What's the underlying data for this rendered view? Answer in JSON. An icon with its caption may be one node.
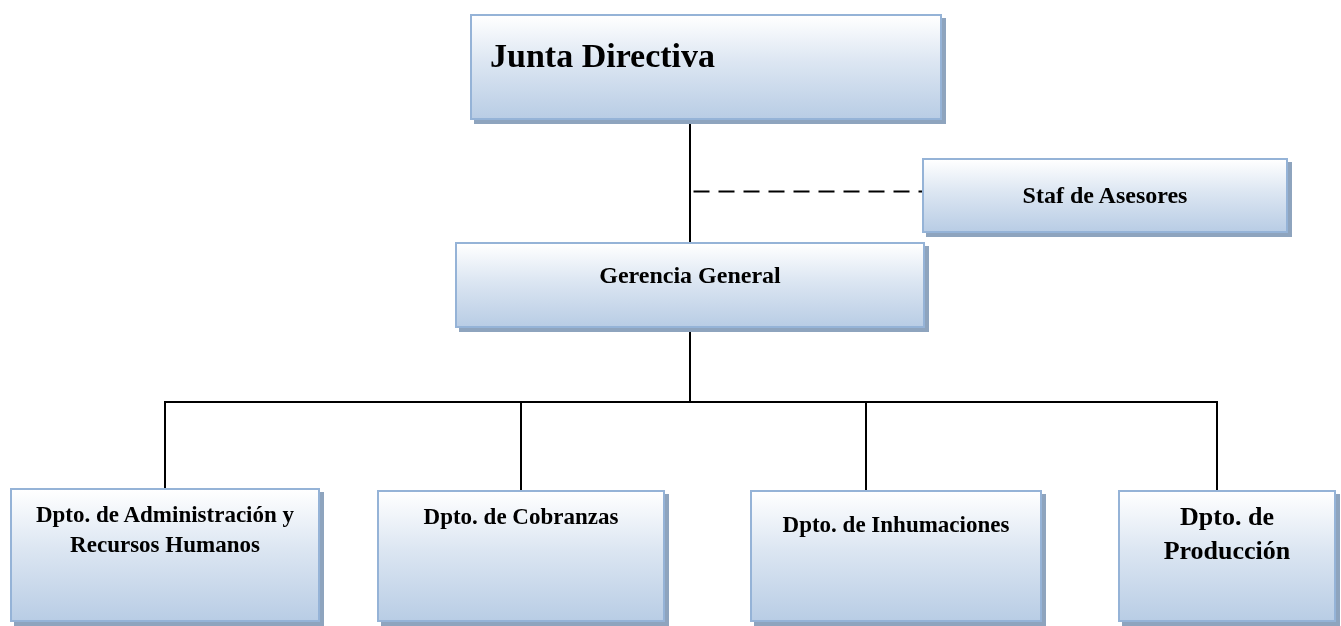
{
  "diagram": {
    "nodes": [
      {
        "text": [
          "Junta Directiva"
        ]
      },
      {
        "text": [
          "Staf de Asesores"
        ]
      },
      {
        "text": [
          "Gerencia General"
        ]
      },
      {
        "text": [
          "Dpto. de Administración y Recursos Humanos"
        ]
      },
      {
        "text": [
          "Dpto. de Cobranzas"
        ]
      },
      {
        "text": [
          "Dpto. de Inhumaciones"
        ]
      },
      {
        "text": [
          "Dpto. de Producción"
        ]
      }
    ],
    "edges": [
      {
        "from": 0,
        "to": 2,
        "arrow": "none"
      },
      {
        "from": 0,
        "to": 1,
        "arrow": "none",
        "style": "dashed"
      },
      {
        "from": 2,
        "to": 3,
        "arrow": "none"
      },
      {
        "from": 2,
        "to": 4,
        "arrow": "none"
      },
      {
        "from": 2,
        "to": 5,
        "arrow": "none"
      },
      {
        "from": 2,
        "to": 6,
        "arrow": "none"
      }
    ]
  }
}
